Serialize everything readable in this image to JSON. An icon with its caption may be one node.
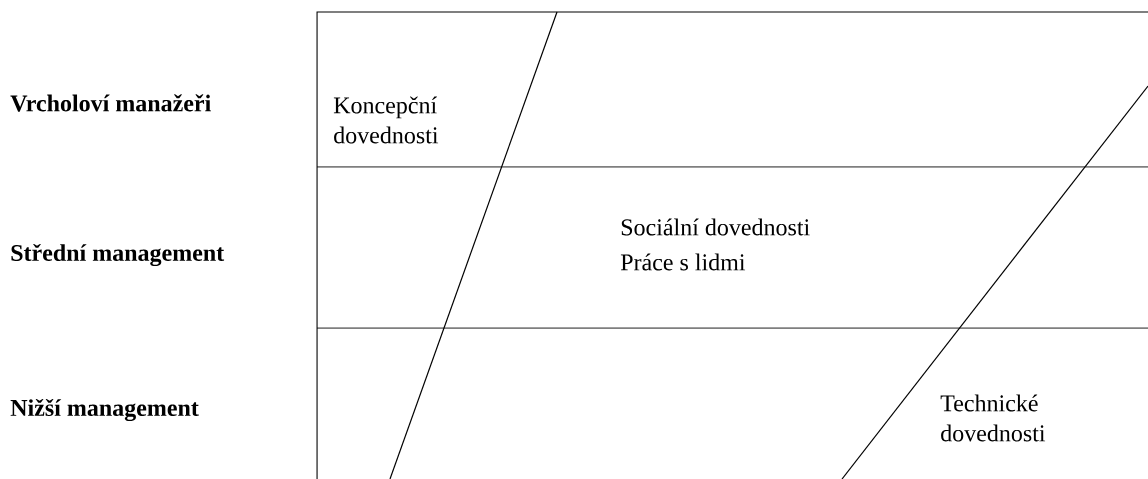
{
  "diagram": {
    "labels": [
      "Vrcholoví manažeři",
      "Koncepční dovednosti",
      "Sociální dovednosti",
      "Střední management",
      "Práce s lidmi",
      "Technické dovednosti",
      "Nižší management"
    ]
  }
}
